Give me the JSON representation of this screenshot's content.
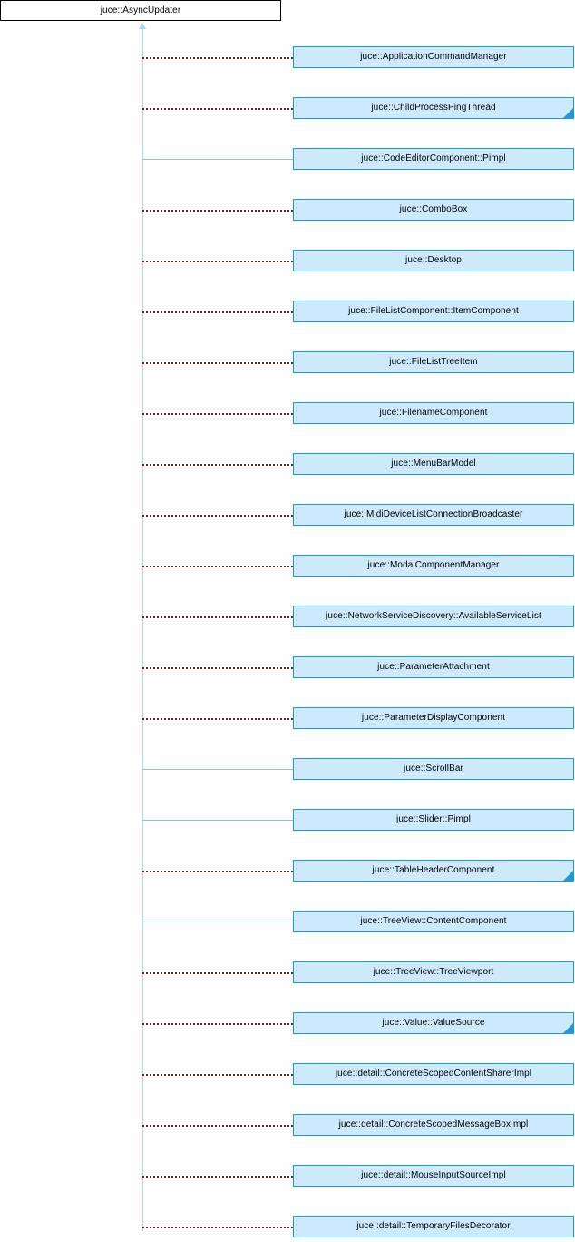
{
  "diagram": {
    "title": "juce::AsyncUpdater inheritance diagram",
    "base_class": {
      "label": "juce::AsyncUpdater",
      "fill_color": "#ffffff",
      "border_color": "#000000"
    },
    "node_fill_color": "#cdeafc",
    "node_border_color": "#1a9cdb",
    "trunk_color": "#a8d8e8",
    "dotted_connector_color": "#8b1a1a",
    "solid_connector_color": "#7fc9e8",
    "derived_classes": [
      {
        "label": "juce::ApplicationCommandManager",
        "connector": "dotted",
        "folded": false
      },
      {
        "label": "juce::ChildProcessPingThread",
        "connector": "dotted",
        "folded": true
      },
      {
        "label": "juce::CodeEditorComponent::Pimpl",
        "connector": "solid",
        "folded": false
      },
      {
        "label": "juce::ComboBox",
        "connector": "dotted",
        "folded": false
      },
      {
        "label": "juce::Desktop",
        "connector": "dotted",
        "folded": false
      },
      {
        "label": "juce::FileListComponent::ItemComponent",
        "connector": "dotted",
        "folded": false
      },
      {
        "label": "juce::FileListTreeItem",
        "connector": "dotted",
        "folded": false
      },
      {
        "label": "juce::FilenameComponent",
        "connector": "dotted",
        "folded": false
      },
      {
        "label": "juce::MenuBarModel",
        "connector": "dotted",
        "folded": false
      },
      {
        "label": "juce::MidiDeviceListConnectionBroadcaster",
        "connector": "dotted",
        "folded": false
      },
      {
        "label": "juce::ModalComponentManager",
        "connector": "dotted",
        "folded": false
      },
      {
        "label": "juce::NetworkServiceDiscovery::AvailableServiceList",
        "connector": "dotted",
        "folded": false
      },
      {
        "label": "juce::ParameterAttachment",
        "connector": "dotted",
        "folded": false
      },
      {
        "label": "juce::ParameterDisplayComponent",
        "connector": "dotted",
        "folded": false
      },
      {
        "label": "juce::ScrollBar",
        "connector": "solid",
        "folded": false
      },
      {
        "label": "juce::Slider::Pimpl",
        "connector": "solid",
        "folded": false
      },
      {
        "label": "juce::TableHeaderComponent",
        "connector": "dotted",
        "folded": true
      },
      {
        "label": "juce::TreeView::ContentComponent",
        "connector": "solid",
        "folded": false
      },
      {
        "label": "juce::TreeView::TreeViewport",
        "connector": "dotted",
        "folded": false
      },
      {
        "label": "juce::Value::ValueSource",
        "connector": "dotted",
        "folded": true
      },
      {
        "label": "juce::detail::ConcreteScopedContentSharerImpl",
        "connector": "dotted",
        "folded": false
      },
      {
        "label": "juce::detail::ConcreteScopedMessageBoxImpl",
        "connector": "dotted",
        "folded": false
      },
      {
        "label": "juce::detail::MouseInputSourceImpl",
        "connector": "dotted",
        "folded": false
      },
      {
        "label": "juce::detail::TemporaryFilesDecorator",
        "connector": "dotted",
        "folded": false
      }
    ]
  }
}
